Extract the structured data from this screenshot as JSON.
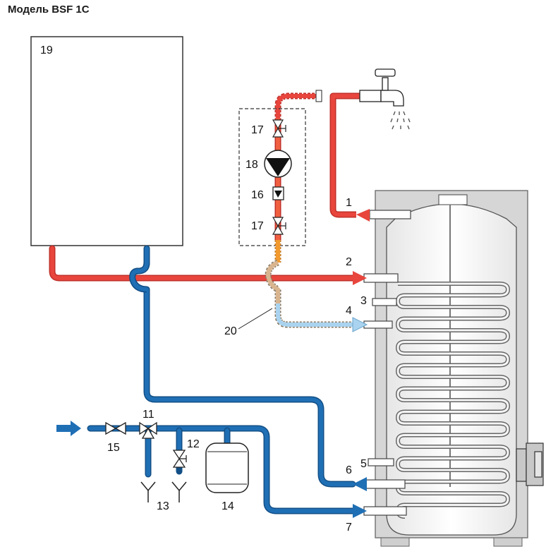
{
  "title": "Модель BSF 1C",
  "labels": {
    "l1": "1",
    "l2": "2",
    "l3": "3",
    "l4": "4",
    "l5": "5",
    "l6": "6",
    "l7": "7",
    "l11": "11",
    "l12": "12",
    "l13": "13",
    "l14": "14",
    "l15": "15",
    "l16": "16",
    "l17a": "17",
    "l17b": "17",
    "l18": "18",
    "l19": "19",
    "l20": "20"
  },
  "colors": {
    "hot": "#e8453c",
    "hot_dark": "#c0302a",
    "cold": "#1f6fb5",
    "cold_dark": "#124f86",
    "recirc": "#a9d3ef",
    "recirc_mix": "#d9b58f",
    "tank_shell": "#d4d4d4",
    "tank_outline": "#555555",
    "orange": "#f29a2e"
  }
}
